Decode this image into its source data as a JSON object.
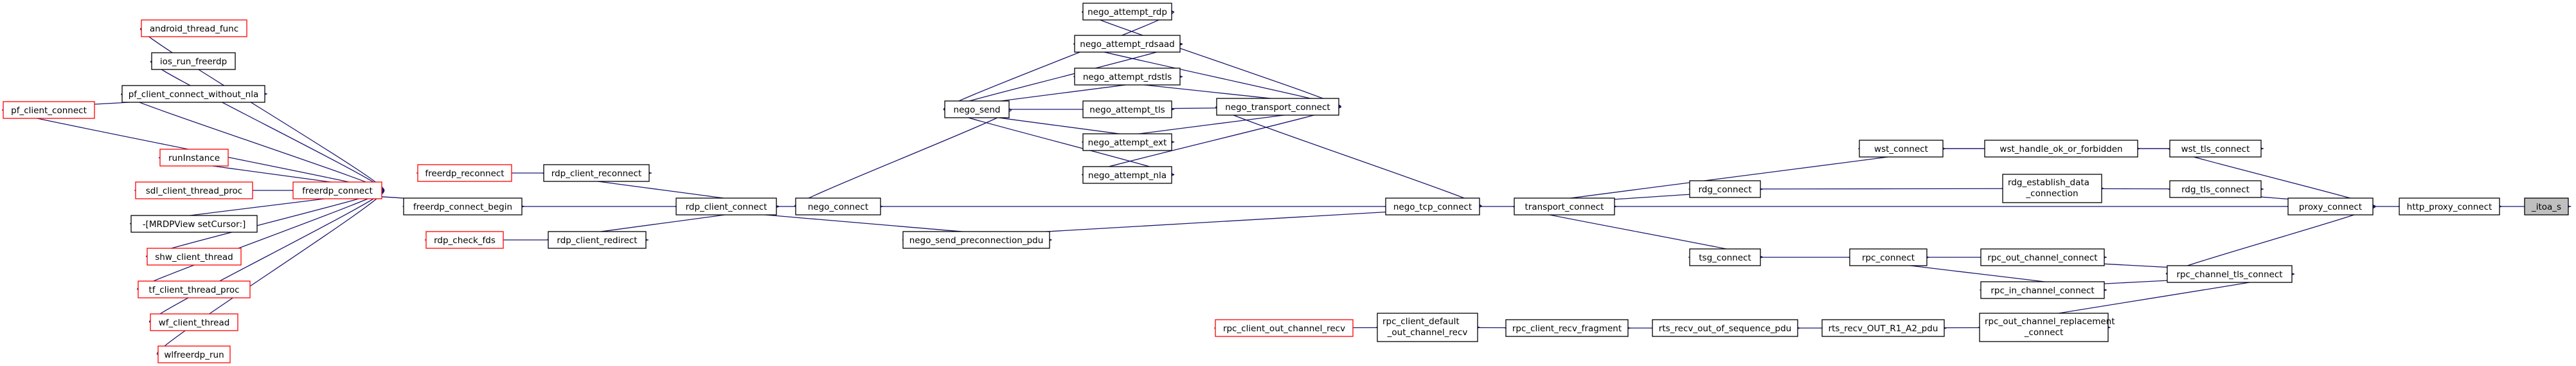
{
  "graph": {
    "nodes": [
      {
        "id": "itoa_s",
        "lines": [
          "_itoa_s"
        ],
        "style": "selected"
      },
      {
        "id": "http_proxy_connect",
        "lines": [
          "http_proxy_connect"
        ],
        "style": "normal"
      },
      {
        "id": "proxy_connect",
        "lines": [
          "proxy_connect"
        ],
        "style": "normal"
      },
      {
        "id": "wst_tls_connect",
        "lines": [
          "wst_tls_connect"
        ],
        "style": "normal"
      },
      {
        "id": "wst_handle_ok_or_forbidden",
        "lines": [
          "wst_handle_ok_or_forbidden"
        ],
        "style": "normal"
      },
      {
        "id": "wst_connect",
        "lines": [
          "wst_connect"
        ],
        "style": "normal"
      },
      {
        "id": "rdg_tls_connect",
        "lines": [
          "rdg_tls_connect"
        ],
        "style": "normal"
      },
      {
        "id": "rdg_establish_data_connection",
        "lines": [
          "rdg_establish_data",
          "_connection"
        ],
        "style": "normal"
      },
      {
        "id": "rdg_connect",
        "lines": [
          "rdg_connect"
        ],
        "style": "normal"
      },
      {
        "id": "rpc_channel_tls_connect",
        "lines": [
          "rpc_channel_tls_connect"
        ],
        "style": "normal"
      },
      {
        "id": "rpc_out_channel_connect",
        "lines": [
          "rpc_out_channel_connect"
        ],
        "style": "normal"
      },
      {
        "id": "rpc_in_channel_connect",
        "lines": [
          "rpc_in_channel_connect"
        ],
        "style": "normal"
      },
      {
        "id": "rpc_out_channel_replacement_connect",
        "lines": [
          "rpc_out_channel_replacement",
          "_connect"
        ],
        "style": "normal"
      },
      {
        "id": "rpc_connect",
        "lines": [
          "rpc_connect"
        ],
        "style": "normal"
      },
      {
        "id": "tsg_connect",
        "lines": [
          "tsg_connect"
        ],
        "style": "normal"
      },
      {
        "id": "transport_connect",
        "lines": [
          "transport_connect"
        ],
        "style": "normal"
      },
      {
        "id": "nego_tcp_connect",
        "lines": [
          "nego_tcp_connect"
        ],
        "style": "normal"
      },
      {
        "id": "nego_transport_connect",
        "lines": [
          "nego_transport_connect"
        ],
        "style": "normal"
      },
      {
        "id": "nego_attempt_rdp",
        "lines": [
          "nego_attempt_rdp"
        ],
        "style": "normal"
      },
      {
        "id": "nego_attempt_rdsaad",
        "lines": [
          "nego_attempt_rdsaad"
        ],
        "style": "normal"
      },
      {
        "id": "nego_attempt_rdstls",
        "lines": [
          "nego_attempt_rdstls"
        ],
        "style": "normal"
      },
      {
        "id": "nego_attempt_tls",
        "lines": [
          "nego_attempt_tls"
        ],
        "style": "normal"
      },
      {
        "id": "nego_attempt_ext",
        "lines": [
          "nego_attempt_ext"
        ],
        "style": "normal"
      },
      {
        "id": "nego_attempt_nla",
        "lines": [
          "nego_attempt_nla"
        ],
        "style": "normal"
      },
      {
        "id": "nego_send",
        "lines": [
          "nego_send"
        ],
        "style": "normal"
      },
      {
        "id": "nego_connect",
        "lines": [
          "nego_connect"
        ],
        "style": "normal"
      },
      {
        "id": "nego_send_preconnection_pdu",
        "lines": [
          "nego_send_preconnection_pdu"
        ],
        "style": "normal"
      },
      {
        "id": "rdp_client_connect",
        "lines": [
          "rdp_client_connect"
        ],
        "style": "normal"
      },
      {
        "id": "rdp_client_reconnect",
        "lines": [
          "rdp_client_reconnect"
        ],
        "style": "normal"
      },
      {
        "id": "rdp_client_redirect",
        "lines": [
          "rdp_client_redirect"
        ],
        "style": "normal"
      },
      {
        "id": "freerdp_reconnect",
        "lines": [
          "freerdp_reconnect"
        ],
        "style": "red"
      },
      {
        "id": "freerdp_connect_begin",
        "lines": [
          "freerdp_connect_begin"
        ],
        "style": "normal"
      },
      {
        "id": "rdp_check_fds",
        "lines": [
          "rdp_check_fds"
        ],
        "style": "red"
      },
      {
        "id": "freerdp_connect",
        "lines": [
          "freerdp_connect"
        ],
        "style": "red"
      },
      {
        "id": "android_thread_func",
        "lines": [
          "android_thread_func"
        ],
        "style": "red"
      },
      {
        "id": "ios_run_freerdp",
        "lines": [
          "ios_run_freerdp"
        ],
        "style": "normal"
      },
      {
        "id": "pf_client_connect_without_nla",
        "lines": [
          "pf_client_connect_without_nla"
        ],
        "style": "normal"
      },
      {
        "id": "pf_client_connect",
        "lines": [
          "pf_client_connect"
        ],
        "style": "red"
      },
      {
        "id": "runInstance",
        "lines": [
          "runInstance"
        ],
        "style": "red"
      },
      {
        "id": "sdl_client_thread_proc",
        "lines": [
          "sdl_client_thread_proc"
        ],
        "style": "red"
      },
      {
        "id": "mrdpview_setcursor",
        "lines": [
          "-[MRDPView setCursor:]"
        ],
        "style": "normal"
      },
      {
        "id": "shw_client_thread",
        "lines": [
          "shw_client_thread"
        ],
        "style": "red"
      },
      {
        "id": "tf_client_thread_proc",
        "lines": [
          "tf_client_thread_proc"
        ],
        "style": "red"
      },
      {
        "id": "wf_client_thread",
        "lines": [
          "wf_client_thread"
        ],
        "style": "red"
      },
      {
        "id": "wlfreerdp_run",
        "lines": [
          "wlfreerdp_run"
        ],
        "style": "red"
      },
      {
        "id": "rts_recv_OUT_R1_A2_pdu",
        "lines": [
          "rts_recv_OUT_R1_A2_pdu"
        ],
        "style": "normal"
      },
      {
        "id": "rts_recv_out_of_sequence_pdu",
        "lines": [
          "rts_recv_out_of_sequence_pdu"
        ],
        "style": "normal"
      },
      {
        "id": "rpc_client_recv_fragment",
        "lines": [
          "rpc_client_recv_fragment"
        ],
        "style": "normal"
      },
      {
        "id": "rpc_client_default_out_channel_recv",
        "lines": [
          "rpc_client_default",
          "_out_channel_recv"
        ],
        "style": "normal"
      },
      {
        "id": "rpc_client_out_channel_recv",
        "lines": [
          "rpc_client_out_channel_recv"
        ],
        "style": "red"
      }
    ],
    "edges": [
      [
        "http_proxy_connect",
        "itoa_s"
      ],
      [
        "proxy_connect",
        "http_proxy_connect"
      ],
      [
        "wst_tls_connect",
        "proxy_connect"
      ],
      [
        "rdg_tls_connect",
        "proxy_connect"
      ],
      [
        "transport_connect",
        "proxy_connect"
      ],
      [
        "rpc_channel_tls_connect",
        "proxy_connect"
      ],
      [
        "wst_handle_ok_or_forbidden",
        "wst_tls_connect"
      ],
      [
        "wst_connect",
        "wst_tls_connect"
      ],
      [
        "wst_connect",
        "wst_handle_ok_or_forbidden"
      ],
      [
        "transport_connect",
        "wst_connect"
      ],
      [
        "rdg_establish_data_connection",
        "rdg_tls_connect"
      ],
      [
        "rdg_connect",
        "rdg_establish_data_connection"
      ],
      [
        "transport_connect",
        "rdg_connect"
      ],
      [
        "rpc_out_channel_connect",
        "rpc_channel_tls_connect"
      ],
      [
        "rpc_in_channel_connect",
        "rpc_channel_tls_connect"
      ],
      [
        "rpc_out_channel_replacement_connect",
        "rpc_channel_tls_connect"
      ],
      [
        "rpc_connect",
        "rpc_out_channel_connect"
      ],
      [
        "rpc_connect",
        "rpc_in_channel_connect"
      ],
      [
        "tsg_connect",
        "rpc_connect"
      ],
      [
        "transport_connect",
        "tsg_connect"
      ],
      [
        "rts_recv_OUT_R1_A2_pdu",
        "rpc_out_channel_replacement_connect"
      ],
      [
        "rts_recv_out_of_sequence_pdu",
        "rts_recv_OUT_R1_A2_pdu"
      ],
      [
        "rpc_client_recv_fragment",
        "rts_recv_out_of_sequence_pdu"
      ],
      [
        "rpc_client_default_out_channel_recv",
        "rpc_client_recv_fragment"
      ],
      [
        "rpc_client_out_channel_recv",
        "rpc_client_default_out_channel_recv"
      ],
      [
        "nego_tcp_connect",
        "transport_connect"
      ],
      [
        "nego_transport_connect",
        "nego_tcp_connect"
      ],
      [
        "nego_connect",
        "nego_tcp_connect"
      ],
      [
        "nego_send_preconnection_pdu",
        "nego_tcp_connect"
      ],
      [
        "nego_attempt_rdp",
        "nego_transport_connect"
      ],
      [
        "nego_attempt_rdsaad",
        "nego_transport_connect"
      ],
      [
        "nego_attempt_rdstls",
        "nego_transport_connect"
      ],
      [
        "nego_attempt_tls",
        "nego_transport_connect"
      ],
      [
        "nego_attempt_ext",
        "nego_transport_connect"
      ],
      [
        "nego_attempt_nla",
        "nego_transport_connect"
      ],
      [
        "nego_send",
        "nego_attempt_rdp"
      ],
      [
        "nego_send",
        "nego_attempt_rdsaad"
      ],
      [
        "nego_send",
        "nego_attempt_rdstls"
      ],
      [
        "nego_send",
        "nego_attempt_tls"
      ],
      [
        "nego_send",
        "nego_attempt_ext"
      ],
      [
        "nego_send",
        "nego_attempt_nla"
      ],
      [
        "nego_connect",
        "nego_send"
      ],
      [
        "rdp_client_connect",
        "nego_connect"
      ],
      [
        "rdp_client_connect",
        "nego_send_preconnection_pdu"
      ],
      [
        "rdp_client_reconnect",
        "rdp_client_connect"
      ],
      [
        "freerdp_connect_begin",
        "rdp_client_connect"
      ],
      [
        "rdp_client_redirect",
        "rdp_client_connect"
      ],
      [
        "freerdp_reconnect",
        "rdp_client_reconnect"
      ],
      [
        "freerdp_connect",
        "freerdp_connect_begin"
      ],
      [
        "rdp_check_fds",
        "rdp_client_redirect"
      ],
      [
        "android_thread_func",
        "freerdp_connect"
      ],
      [
        "ios_run_freerdp",
        "freerdp_connect"
      ],
      [
        "pf_client_connect_without_nla",
        "freerdp_connect"
      ],
      [
        "pf_client_connect",
        "freerdp_connect"
      ],
      [
        "pf_client_connect",
        "pf_client_connect_without_nla"
      ],
      [
        "runInstance",
        "freerdp_connect"
      ],
      [
        "sdl_client_thread_proc",
        "freerdp_connect"
      ],
      [
        "mrdpview_setcursor",
        "freerdp_connect"
      ],
      [
        "shw_client_thread",
        "freerdp_connect"
      ],
      [
        "tf_client_thread_proc",
        "freerdp_connect"
      ],
      [
        "wf_client_thread",
        "freerdp_connect"
      ],
      [
        "wlfreerdp_run",
        "freerdp_connect"
      ]
    ]
  }
}
